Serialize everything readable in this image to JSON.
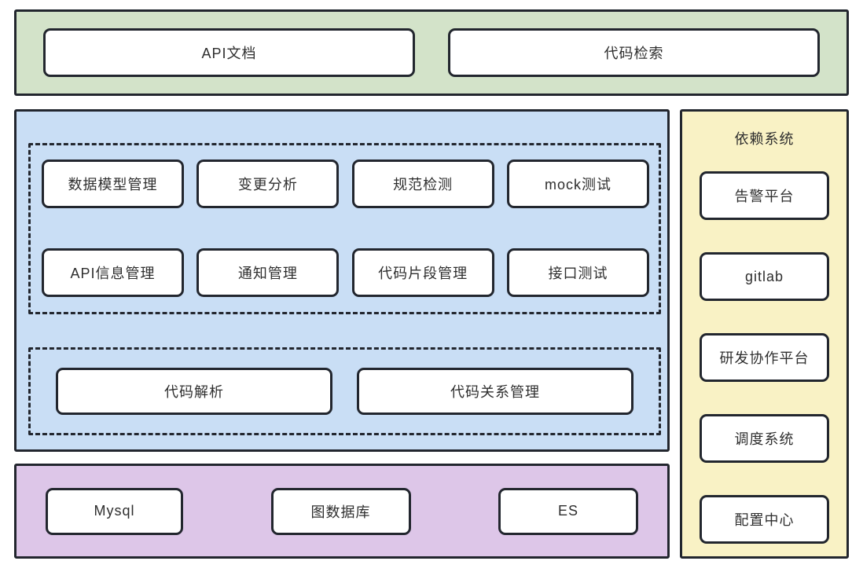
{
  "colors": {
    "green_bg": "#d3e3c9",
    "blue_bg": "#c9def5",
    "yellow_bg": "#f9f2c5",
    "purple_bg": "#ddc6e8",
    "box_bg": "#ffffff",
    "border": "#22262e",
    "text": "#2e2e2e"
  },
  "top_section": {
    "boxes": [
      "API文档",
      "代码检索"
    ]
  },
  "middle_section": {
    "group1": {
      "row1": [
        "数据模型管理",
        "变更分析",
        "规范检测",
        "mock测试"
      ],
      "row2": [
        "API信息管理",
        "通知管理",
        "代码片段管理",
        "接口测试"
      ]
    },
    "group2": [
      "代码解析",
      "代码关系管理"
    ]
  },
  "dependency_section": {
    "title": "依赖系统",
    "boxes": [
      "告警平台",
      "gitlab",
      "研发协作平台",
      "调度系统",
      "配置中心"
    ]
  },
  "storage_section": {
    "boxes": [
      "Mysql",
      "图数据库",
      "ES"
    ]
  }
}
